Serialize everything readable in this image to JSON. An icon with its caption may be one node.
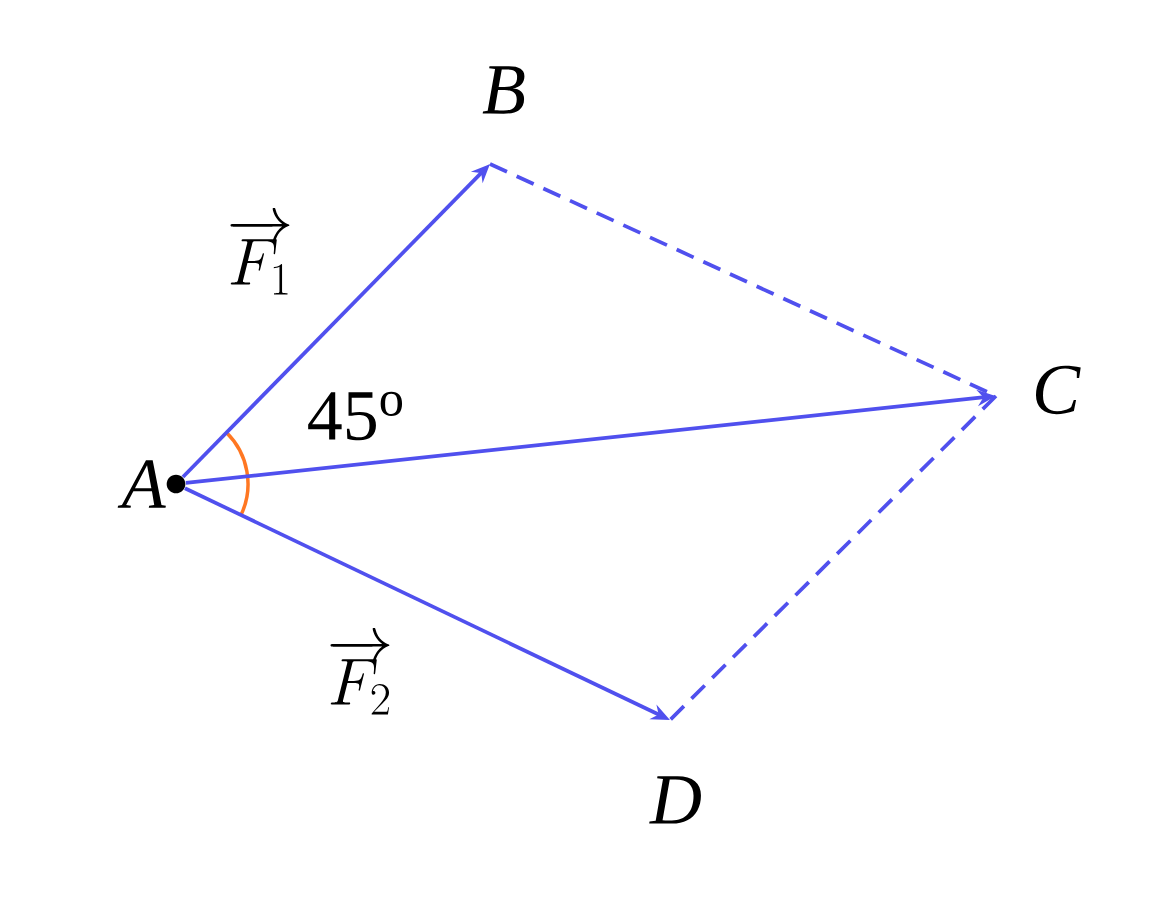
{
  "diagram": {
    "nodes": [
      {
        "text": [
          "A"
        ]
      },
      {
        "text": [
          "B"
        ]
      },
      {
        "text": [
          "C"
        ]
      },
      {
        "text": [
          "D"
        ]
      }
    ],
    "edges": [
      {
        "from": 0,
        "to": 1,
        "arrow": "to",
        "label": "\\overrightarrow{F_1}"
      },
      {
        "from": 0,
        "to": 2,
        "arrow": "to"
      },
      {
        "from": 0,
        "to": 3,
        "arrow": "to",
        "label": "\\overrightarrow{F_2}"
      },
      {
        "from": 1,
        "to": 2,
        "arrow": "none",
        "style": "dashed"
      },
      {
        "from": 2,
        "to": 3,
        "arrow": "none",
        "style": "dashed"
      }
    ],
    "labels": [
      "45$^{o}$"
    ]
  }
}
